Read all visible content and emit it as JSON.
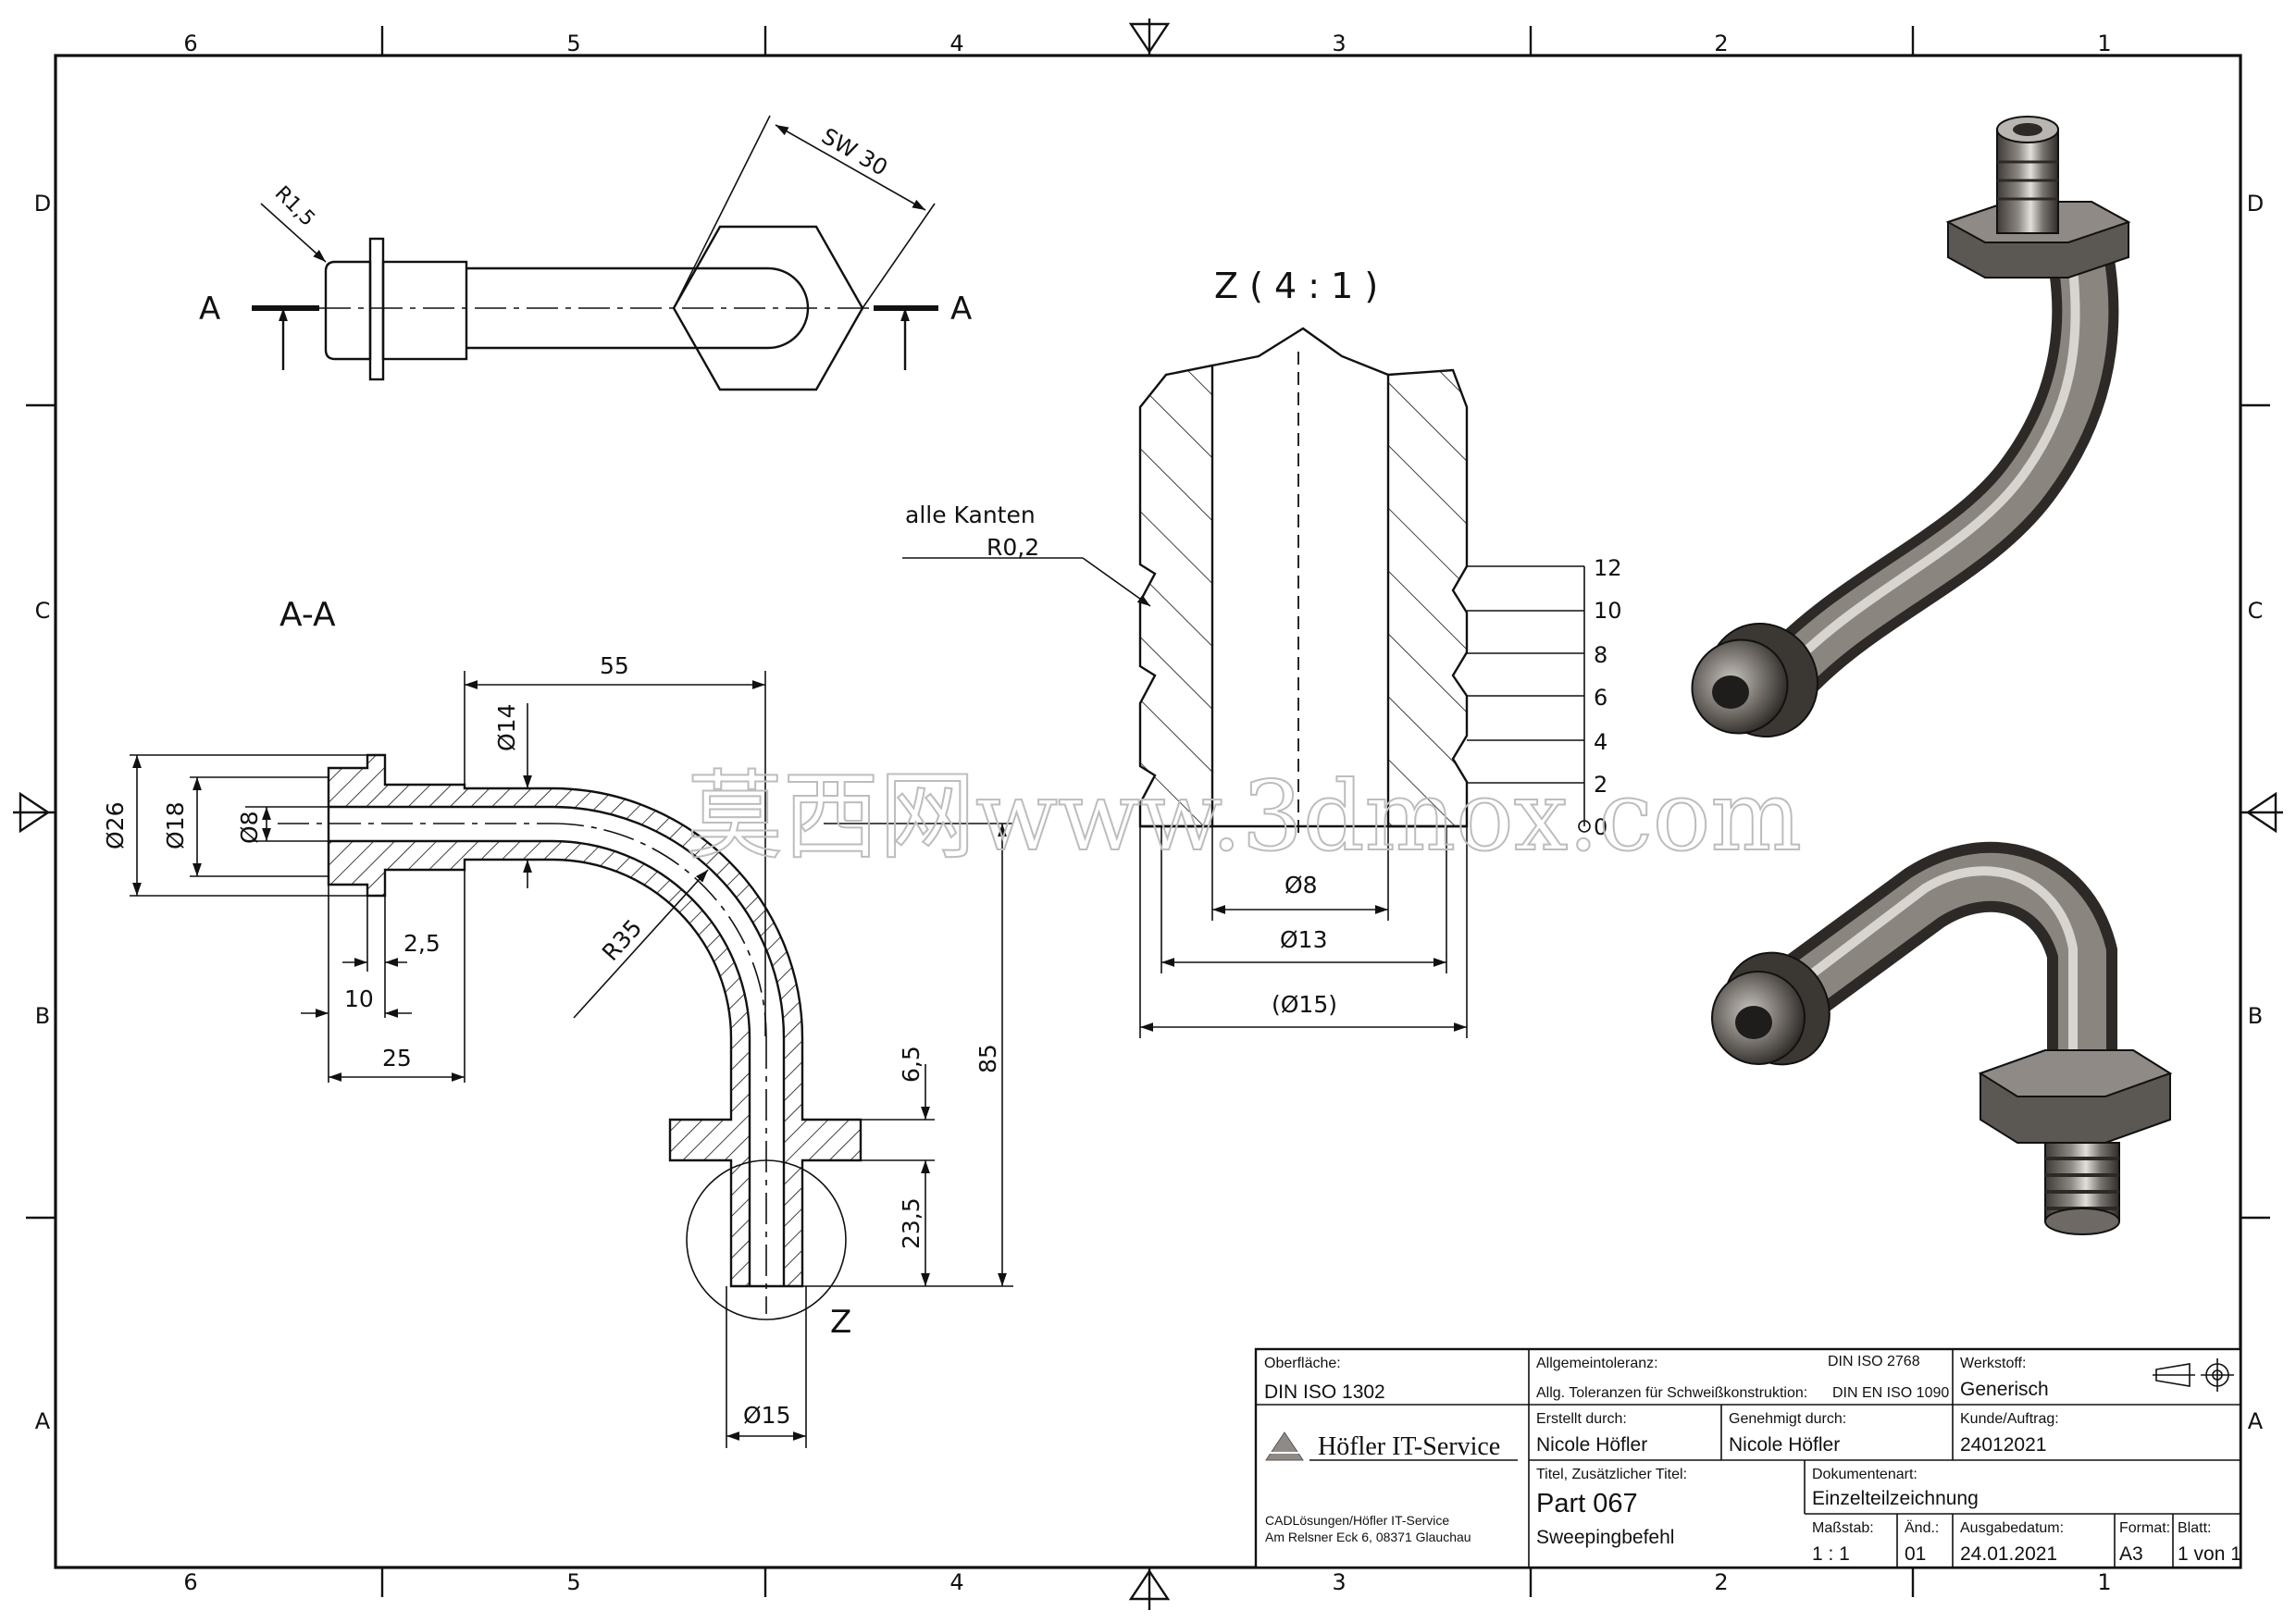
{
  "frame": {
    "columns_top": [
      "6",
      "5",
      "4",
      "3",
      "2",
      "1"
    ],
    "columns_bottom": [
      "6",
      "5",
      "4",
      "3",
      "2",
      "1"
    ],
    "rows_left": [
      "D",
      "C",
      "B",
      "A"
    ],
    "rows_right": [
      "D",
      "C",
      "B",
      "A"
    ]
  },
  "top_view": {
    "section_letter_left": "A",
    "section_letter_right": "A",
    "radius_label": "R1,5",
    "wrench_label": "SW 30"
  },
  "section_view": {
    "title": "A-A",
    "dims": {
      "d55": "55",
      "d14": "Ø14",
      "d26": "Ø26",
      "d18": "Ø18",
      "d8": "Ø8",
      "d2_5": "2,5",
      "d10": "10",
      "d25": "25",
      "r35": "R35",
      "d6_5": "6,5",
      "d85": "85",
      "d23_5": "23,5",
      "d15": "Ø15"
    },
    "detail_letter": "Z"
  },
  "detail_view": {
    "title": "Z ( 4 : 1 )",
    "note_line1": "alle Kanten",
    "note_line2": "R0,2",
    "scale_ticks": [
      "12",
      "10",
      "8",
      "6",
      "4",
      "2",
      "0"
    ],
    "dims": {
      "d8": "Ø8",
      "d13": "Ø13",
      "d15": "(Ø15)"
    }
  },
  "watermark": "莫西网www.3dmox.com",
  "title_block": {
    "surface_label": "Oberfläche:",
    "surface_value": "DIN ISO 1302",
    "tolerance_label": "Allgemeintoleranz:",
    "tolerance_std": "DIN ISO 2768",
    "weld_tolerance_label": "Allg. Toleranzen für Schweißkonstruktion:",
    "weld_tolerance_std": "DIN EN ISO 1090",
    "material_label": "Werkstoff:",
    "material_value": "Generisch",
    "created_label": "Erstellt durch:",
    "created_value": "Nicole Höfler",
    "approved_label": "Genehmigt durch:",
    "approved_value": "Nicole Höfler",
    "customer_label": "Kunde/Auftrag:",
    "customer_value": "24012021",
    "company_name": "Höfler IT-Service",
    "title_label": "Titel, Zusätzlicher Titel:",
    "title_value": "Part 067",
    "subtitle_value": "Sweepingbefehl",
    "doctype_label": "Dokumentenart:",
    "doctype_value": "Einzelteilzeichnung",
    "address_line1": "CADLösungen/Höfler IT-Service",
    "address_line2": "Am Relsner Eck 6, 08371 Glauchau",
    "scale_label": "Maßstab:",
    "scale_value": "1 : 1",
    "rev_label": "Änd.:",
    "rev_value": "01",
    "date_label": "Ausgabedatum:",
    "date_value": "24.01.2021",
    "format_label": "Format:",
    "format_value": "A3",
    "sheet_label": "Blatt:",
    "sheet_value": "1 von 1"
  },
  "colors": {
    "line": "#111111",
    "metal_dark": "#4a4642",
    "metal_mid": "#7d7873",
    "metal_light": "#c9c5c0"
  }
}
